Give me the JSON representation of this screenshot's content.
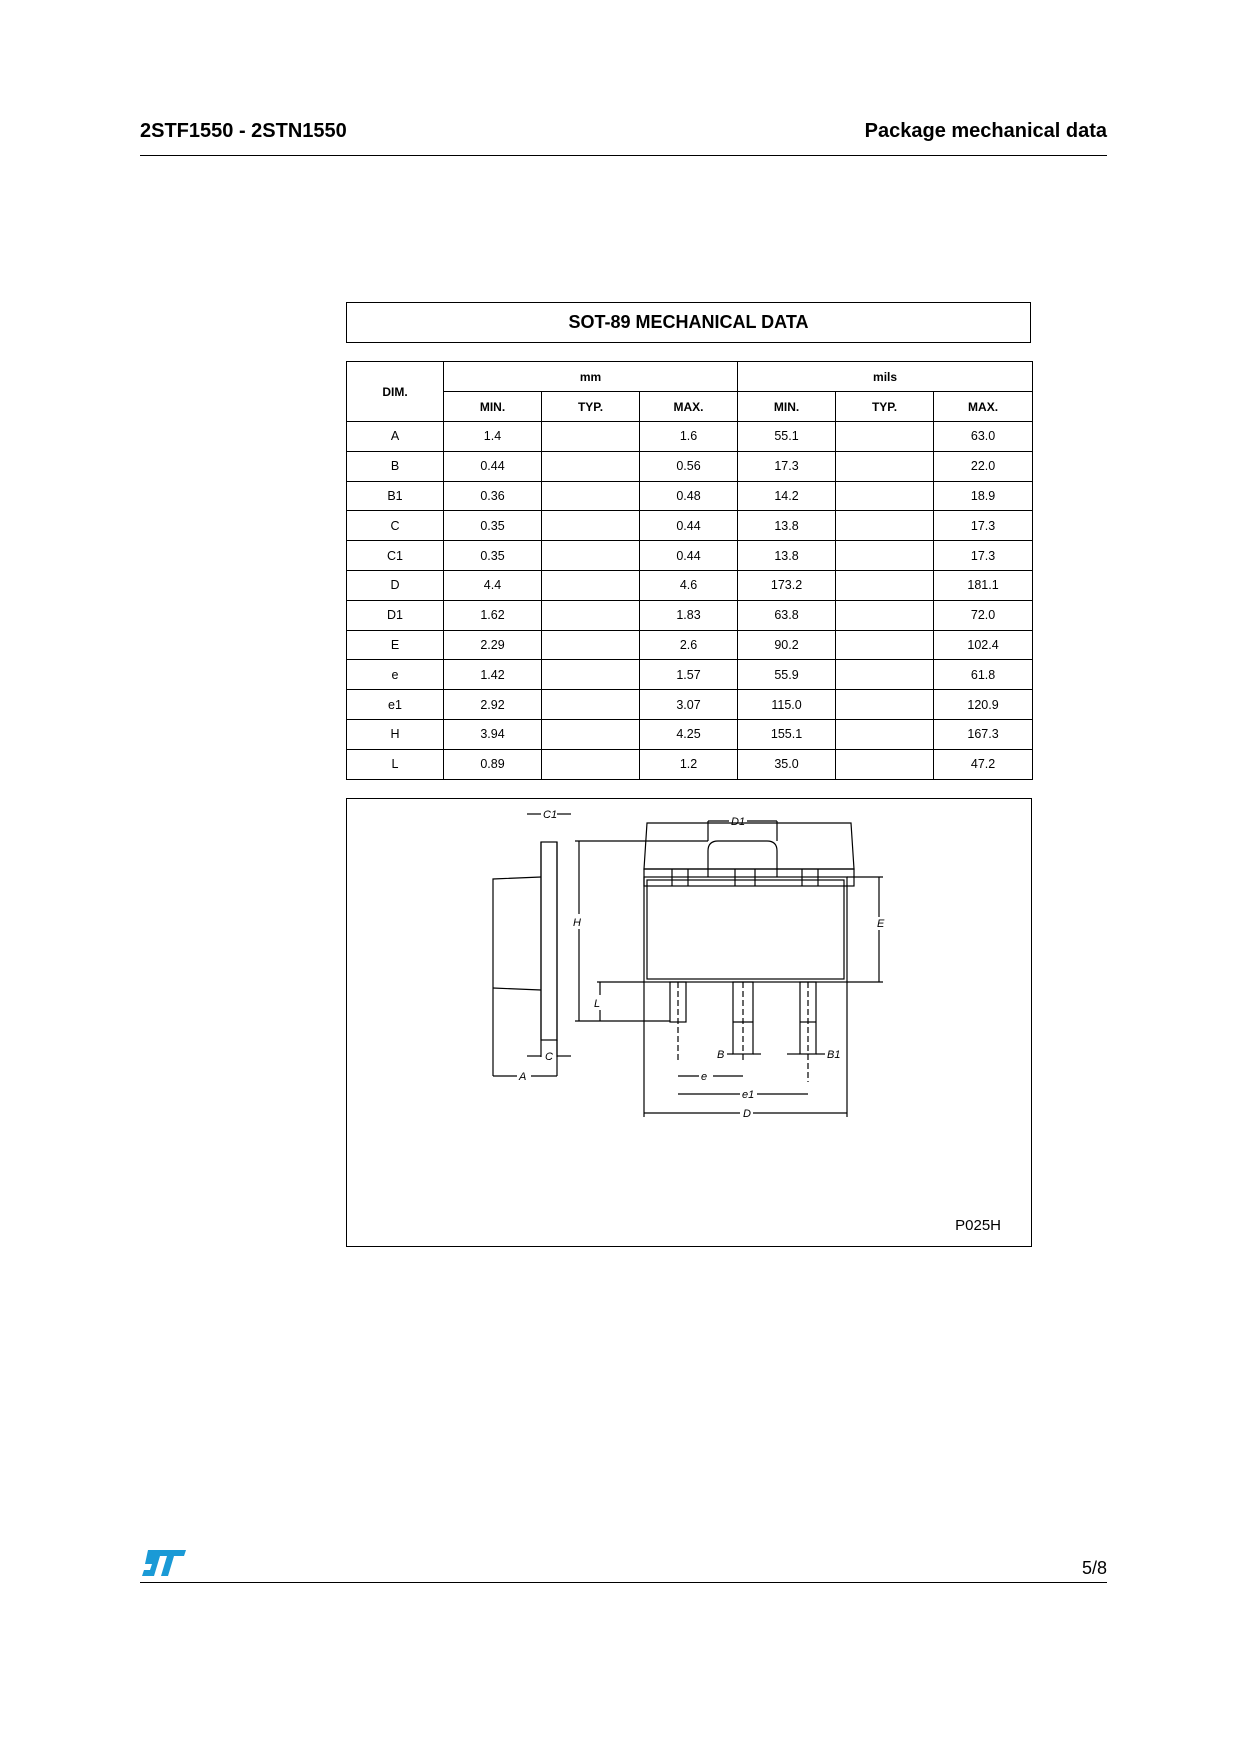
{
  "header": {
    "part_numbers": "2STF1550 - 2STN1550",
    "section_title": "Package mechanical data"
  },
  "mechanical_table": {
    "title": "SOT-89 MECHANICAL DATA",
    "dim_header": "DIM.",
    "group_headers": {
      "mm": "mm",
      "mils": "mils"
    },
    "sub_headers": [
      "MIN.",
      "TYP.",
      "MAX.",
      "MIN.",
      "TYP.",
      "MAX."
    ],
    "rows": [
      {
        "dim": "A",
        "mm_min": "1.4",
        "mm_typ": "",
        "mm_max": "1.6",
        "mils_min": "55.1",
        "mils_typ": "",
        "mils_max": "63.0"
      },
      {
        "dim": "B",
        "mm_min": "0.44",
        "mm_typ": "",
        "mm_max": "0.56",
        "mils_min": "17.3",
        "mils_typ": "",
        "mils_max": "22.0"
      },
      {
        "dim": "B1",
        "mm_min": "0.36",
        "mm_typ": "",
        "mm_max": "0.48",
        "mils_min": "14.2",
        "mils_typ": "",
        "mils_max": "18.9"
      },
      {
        "dim": "C",
        "mm_min": "0.35",
        "mm_typ": "",
        "mm_max": "0.44",
        "mils_min": "13.8",
        "mils_typ": "",
        "mils_max": "17.3"
      },
      {
        "dim": "C1",
        "mm_min": "0.35",
        "mm_typ": "",
        "mm_max": "0.44",
        "mils_min": "13.8",
        "mils_typ": "",
        "mils_max": "17.3"
      },
      {
        "dim": "D",
        "mm_min": "4.4",
        "mm_typ": "",
        "mm_max": "4.6",
        "mils_min": "173.2",
        "mils_typ": "",
        "mils_max": "181.1"
      },
      {
        "dim": "D1",
        "mm_min": "1.62",
        "mm_typ": "",
        "mm_max": "1.83",
        "mils_min": "63.8",
        "mils_typ": "",
        "mils_max": "72.0"
      },
      {
        "dim": "E",
        "mm_min": "2.29",
        "mm_typ": "",
        "mm_max": "2.6",
        "mils_min": "90.2",
        "mils_typ": "",
        "mils_max": "102.4"
      },
      {
        "dim": "e",
        "mm_min": "1.42",
        "mm_typ": "",
        "mm_max": "1.57",
        "mils_min": "55.9",
        "mils_typ": "",
        "mils_max": "61.8"
      },
      {
        "dim": "e1",
        "mm_min": "2.92",
        "mm_typ": "",
        "mm_max": "3.07",
        "mils_min": "115.0",
        "mils_typ": "",
        "mils_max": "120.9"
      },
      {
        "dim": "H",
        "mm_min": "3.94",
        "mm_typ": "",
        "mm_max": "4.25",
        "mils_min": "155.1",
        "mils_typ": "",
        "mils_max": "167.3"
      },
      {
        "dim": "L",
        "mm_min": "0.89",
        "mm_typ": "",
        "mm_max": "1.2",
        "mils_min": "35.0",
        "mils_typ": "",
        "mils_max": "47.2"
      }
    ]
  },
  "drawing": {
    "labels": {
      "C1": "C1",
      "C": "C",
      "A": "A",
      "D1": "D1",
      "H": "H",
      "E": "E",
      "L": "L",
      "B": "B",
      "B1": "B1",
      "e": "e",
      "e1": "e1",
      "D": "D"
    },
    "code": "P025H"
  },
  "footer": {
    "logo": "st-logo",
    "logo_color": "#1a9ad6",
    "page": "5/8"
  }
}
